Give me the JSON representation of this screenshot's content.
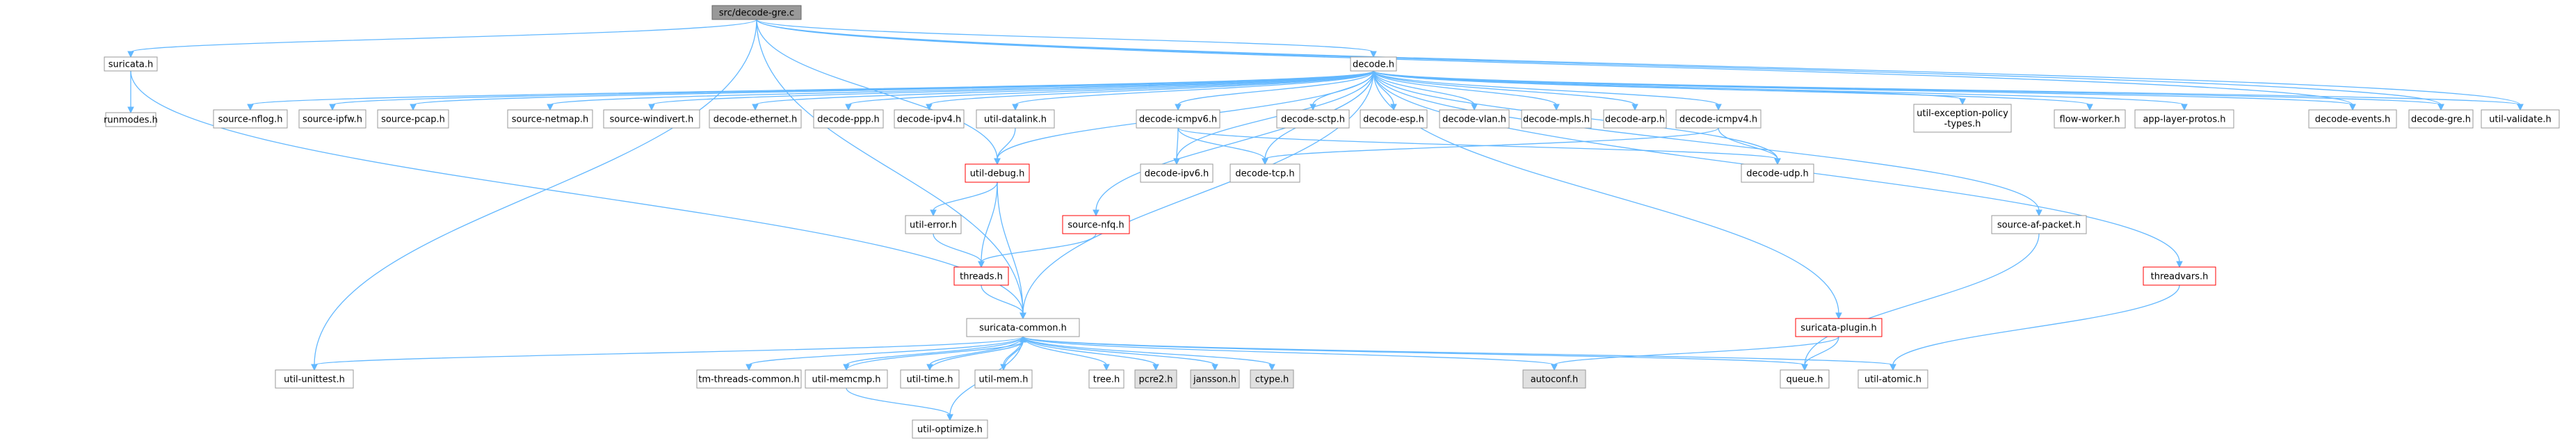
{
  "graph": {
    "title": "src/decode-gre.c",
    "colors": {
      "edge": "#63b8ff",
      "node_border": "#999999",
      "root_fill": "#999999",
      "red_border": "#ff0000",
      "gray_fill": "#e0e0e0"
    },
    "nodes": [
      {
        "id": "root",
        "label": "src/decode-gre.c",
        "style": "root"
      },
      {
        "id": "suricata",
        "label": "suricata.h",
        "style": "normal"
      },
      {
        "id": "decode",
        "label": "decode.h",
        "style": "normal"
      },
      {
        "id": "runmodes",
        "label": "runmodes.h",
        "style": "normal"
      },
      {
        "id": "nflog",
        "label": "source-nflog.h",
        "style": "normal"
      },
      {
        "id": "ipfw",
        "label": "source-ipfw.h",
        "style": "normal"
      },
      {
        "id": "pcap",
        "label": "source-pcap.h",
        "style": "normal"
      },
      {
        "id": "netmap",
        "label": "source-netmap.h",
        "style": "normal"
      },
      {
        "id": "windivert",
        "label": "source-windivert.h",
        "style": "normal"
      },
      {
        "id": "ethernet",
        "label": "decode-ethernet.h",
        "style": "normal"
      },
      {
        "id": "ppp",
        "label": "decode-ppp.h",
        "style": "normal"
      },
      {
        "id": "ipv4",
        "label": "decode-ipv4.h",
        "style": "normal"
      },
      {
        "id": "datalink",
        "label": "util-datalink.h",
        "style": "normal"
      },
      {
        "id": "icmpv6",
        "label": "decode-icmpv6.h",
        "style": "normal"
      },
      {
        "id": "sctp",
        "label": "decode-sctp.h",
        "style": "normal"
      },
      {
        "id": "esp",
        "label": "decode-esp.h",
        "style": "normal"
      },
      {
        "id": "vlan",
        "label": "decode-vlan.h",
        "style": "normal"
      },
      {
        "id": "mpls",
        "label": "decode-mpls.h",
        "style": "normal"
      },
      {
        "id": "arp",
        "label": "decode-arp.h",
        "style": "normal"
      },
      {
        "id": "icmpv4",
        "label": "decode-icmpv4.h",
        "style": "normal"
      },
      {
        "id": "exception",
        "label": "util-exception-policy\n-types.h",
        "style": "normal"
      },
      {
        "id": "flowworker",
        "label": "flow-worker.h",
        "style": "normal"
      },
      {
        "id": "applayer",
        "label": "app-layer-protos.h",
        "style": "normal"
      },
      {
        "id": "events",
        "label": "decode-events.h",
        "style": "normal"
      },
      {
        "id": "gre",
        "label": "decode-gre.h",
        "style": "normal"
      },
      {
        "id": "validate",
        "label": "util-validate.h",
        "style": "normal"
      },
      {
        "id": "debug",
        "label": "util-debug.h",
        "style": "red"
      },
      {
        "id": "ipv6",
        "label": "decode-ipv6.h",
        "style": "normal"
      },
      {
        "id": "tcp",
        "label": "decode-tcp.h",
        "style": "normal"
      },
      {
        "id": "udp",
        "label": "decode-udp.h",
        "style": "normal"
      },
      {
        "id": "nfq",
        "label": "source-nfq.h",
        "style": "red"
      },
      {
        "id": "afpacket",
        "label": "source-af-packet.h",
        "style": "normal"
      },
      {
        "id": "threadvars",
        "label": "threadvars.h",
        "style": "red"
      },
      {
        "id": "error",
        "label": "util-error.h",
        "style": "normal"
      },
      {
        "id": "threads",
        "label": "threads.h",
        "style": "red"
      },
      {
        "id": "plugin",
        "label": "suricata-plugin.h",
        "style": "red"
      },
      {
        "id": "common",
        "label": "suricata-common.h",
        "style": "normal"
      },
      {
        "id": "unittest",
        "label": "util-unittest.h",
        "style": "normal"
      },
      {
        "id": "tmthreads",
        "label": "tm-threads-common.h",
        "style": "normal"
      },
      {
        "id": "memcmp",
        "label": "util-memcmp.h",
        "style": "normal"
      },
      {
        "id": "time",
        "label": "util-time.h",
        "style": "normal"
      },
      {
        "id": "mem",
        "label": "util-mem.h",
        "style": "normal"
      },
      {
        "id": "tree",
        "label": "tree.h",
        "style": "normal"
      },
      {
        "id": "pcre2",
        "label": "pcre2.h",
        "style": "gray"
      },
      {
        "id": "jansson",
        "label": "jansson.h",
        "style": "gray"
      },
      {
        "id": "ctype",
        "label": "ctype.h",
        "style": "gray"
      },
      {
        "id": "autoconf",
        "label": "autoconf.h",
        "style": "gray"
      },
      {
        "id": "queue",
        "label": "queue.h",
        "style": "normal"
      },
      {
        "id": "atomic",
        "label": "util-atomic.h",
        "style": "normal"
      },
      {
        "id": "optimize",
        "label": "util-optimize.h",
        "style": "normal"
      }
    ],
    "edges": [
      [
        "root",
        "suricata"
      ],
      [
        "root",
        "decode"
      ],
      [
        "root",
        "debug"
      ],
      [
        "root",
        "common"
      ],
      [
        "root",
        "unittest"
      ],
      [
        "root",
        "events"
      ],
      [
        "root",
        "gre"
      ],
      [
        "root",
        "validate"
      ],
      [
        "suricata",
        "runmodes"
      ],
      [
        "suricata",
        "common"
      ],
      [
        "decode",
        "nflog"
      ],
      [
        "decode",
        "ipfw"
      ],
      [
        "decode",
        "pcap"
      ],
      [
        "decode",
        "netmap"
      ],
      [
        "decode",
        "windivert"
      ],
      [
        "decode",
        "ethernet"
      ],
      [
        "decode",
        "ppp"
      ],
      [
        "decode",
        "ipv4"
      ],
      [
        "decode",
        "datalink"
      ],
      [
        "decode",
        "icmpv6"
      ],
      [
        "decode",
        "sctp"
      ],
      [
        "decode",
        "esp"
      ],
      [
        "decode",
        "vlan"
      ],
      [
        "decode",
        "mpls"
      ],
      [
        "decode",
        "arp"
      ],
      [
        "decode",
        "icmpv4"
      ],
      [
        "decode",
        "exception"
      ],
      [
        "decode",
        "flowworker"
      ],
      [
        "decode",
        "applayer"
      ],
      [
        "decode",
        "events"
      ],
      [
        "decode",
        "gre"
      ],
      [
        "decode",
        "validate"
      ],
      [
        "decode",
        "debug"
      ],
      [
        "decode",
        "ipv6"
      ],
      [
        "decode",
        "tcp"
      ],
      [
        "decode",
        "udp"
      ],
      [
        "decode",
        "nfq"
      ],
      [
        "decode",
        "afpacket"
      ],
      [
        "decode",
        "threadvars"
      ],
      [
        "decode",
        "plugin"
      ],
      [
        "decode",
        "common"
      ],
      [
        "datalink",
        "debug"
      ],
      [
        "icmpv6",
        "ipv6"
      ],
      [
        "icmpv6",
        "tcp"
      ],
      [
        "icmpv6",
        "udp"
      ],
      [
        "icmpv4",
        "tcp"
      ],
      [
        "icmpv4",
        "udp"
      ],
      [
        "debug",
        "error"
      ],
      [
        "debug",
        "threads"
      ],
      [
        "debug",
        "common"
      ],
      [
        "error",
        "threads"
      ],
      [
        "nfq",
        "threads"
      ],
      [
        "threads",
        "common"
      ],
      [
        "afpacket",
        "queue"
      ],
      [
        "threadvars",
        "atomic"
      ],
      [
        "plugin",
        "autoconf"
      ],
      [
        "plugin",
        "queue"
      ],
      [
        "common",
        "unittest"
      ],
      [
        "common",
        "tmthreads"
      ],
      [
        "common",
        "memcmp"
      ],
      [
        "common",
        "time"
      ],
      [
        "common",
        "mem"
      ],
      [
        "common",
        "tree"
      ],
      [
        "common",
        "pcre2"
      ],
      [
        "common",
        "jansson"
      ],
      [
        "common",
        "ctype"
      ],
      [
        "common",
        "autoconf"
      ],
      [
        "common",
        "queue"
      ],
      [
        "common",
        "atomic"
      ],
      [
        "common",
        "optimize"
      ],
      [
        "memcmp",
        "common"
      ],
      [
        "memcmp",
        "optimize"
      ],
      [
        "time",
        "common"
      ],
      [
        "mem",
        "common"
      ]
    ]
  }
}
